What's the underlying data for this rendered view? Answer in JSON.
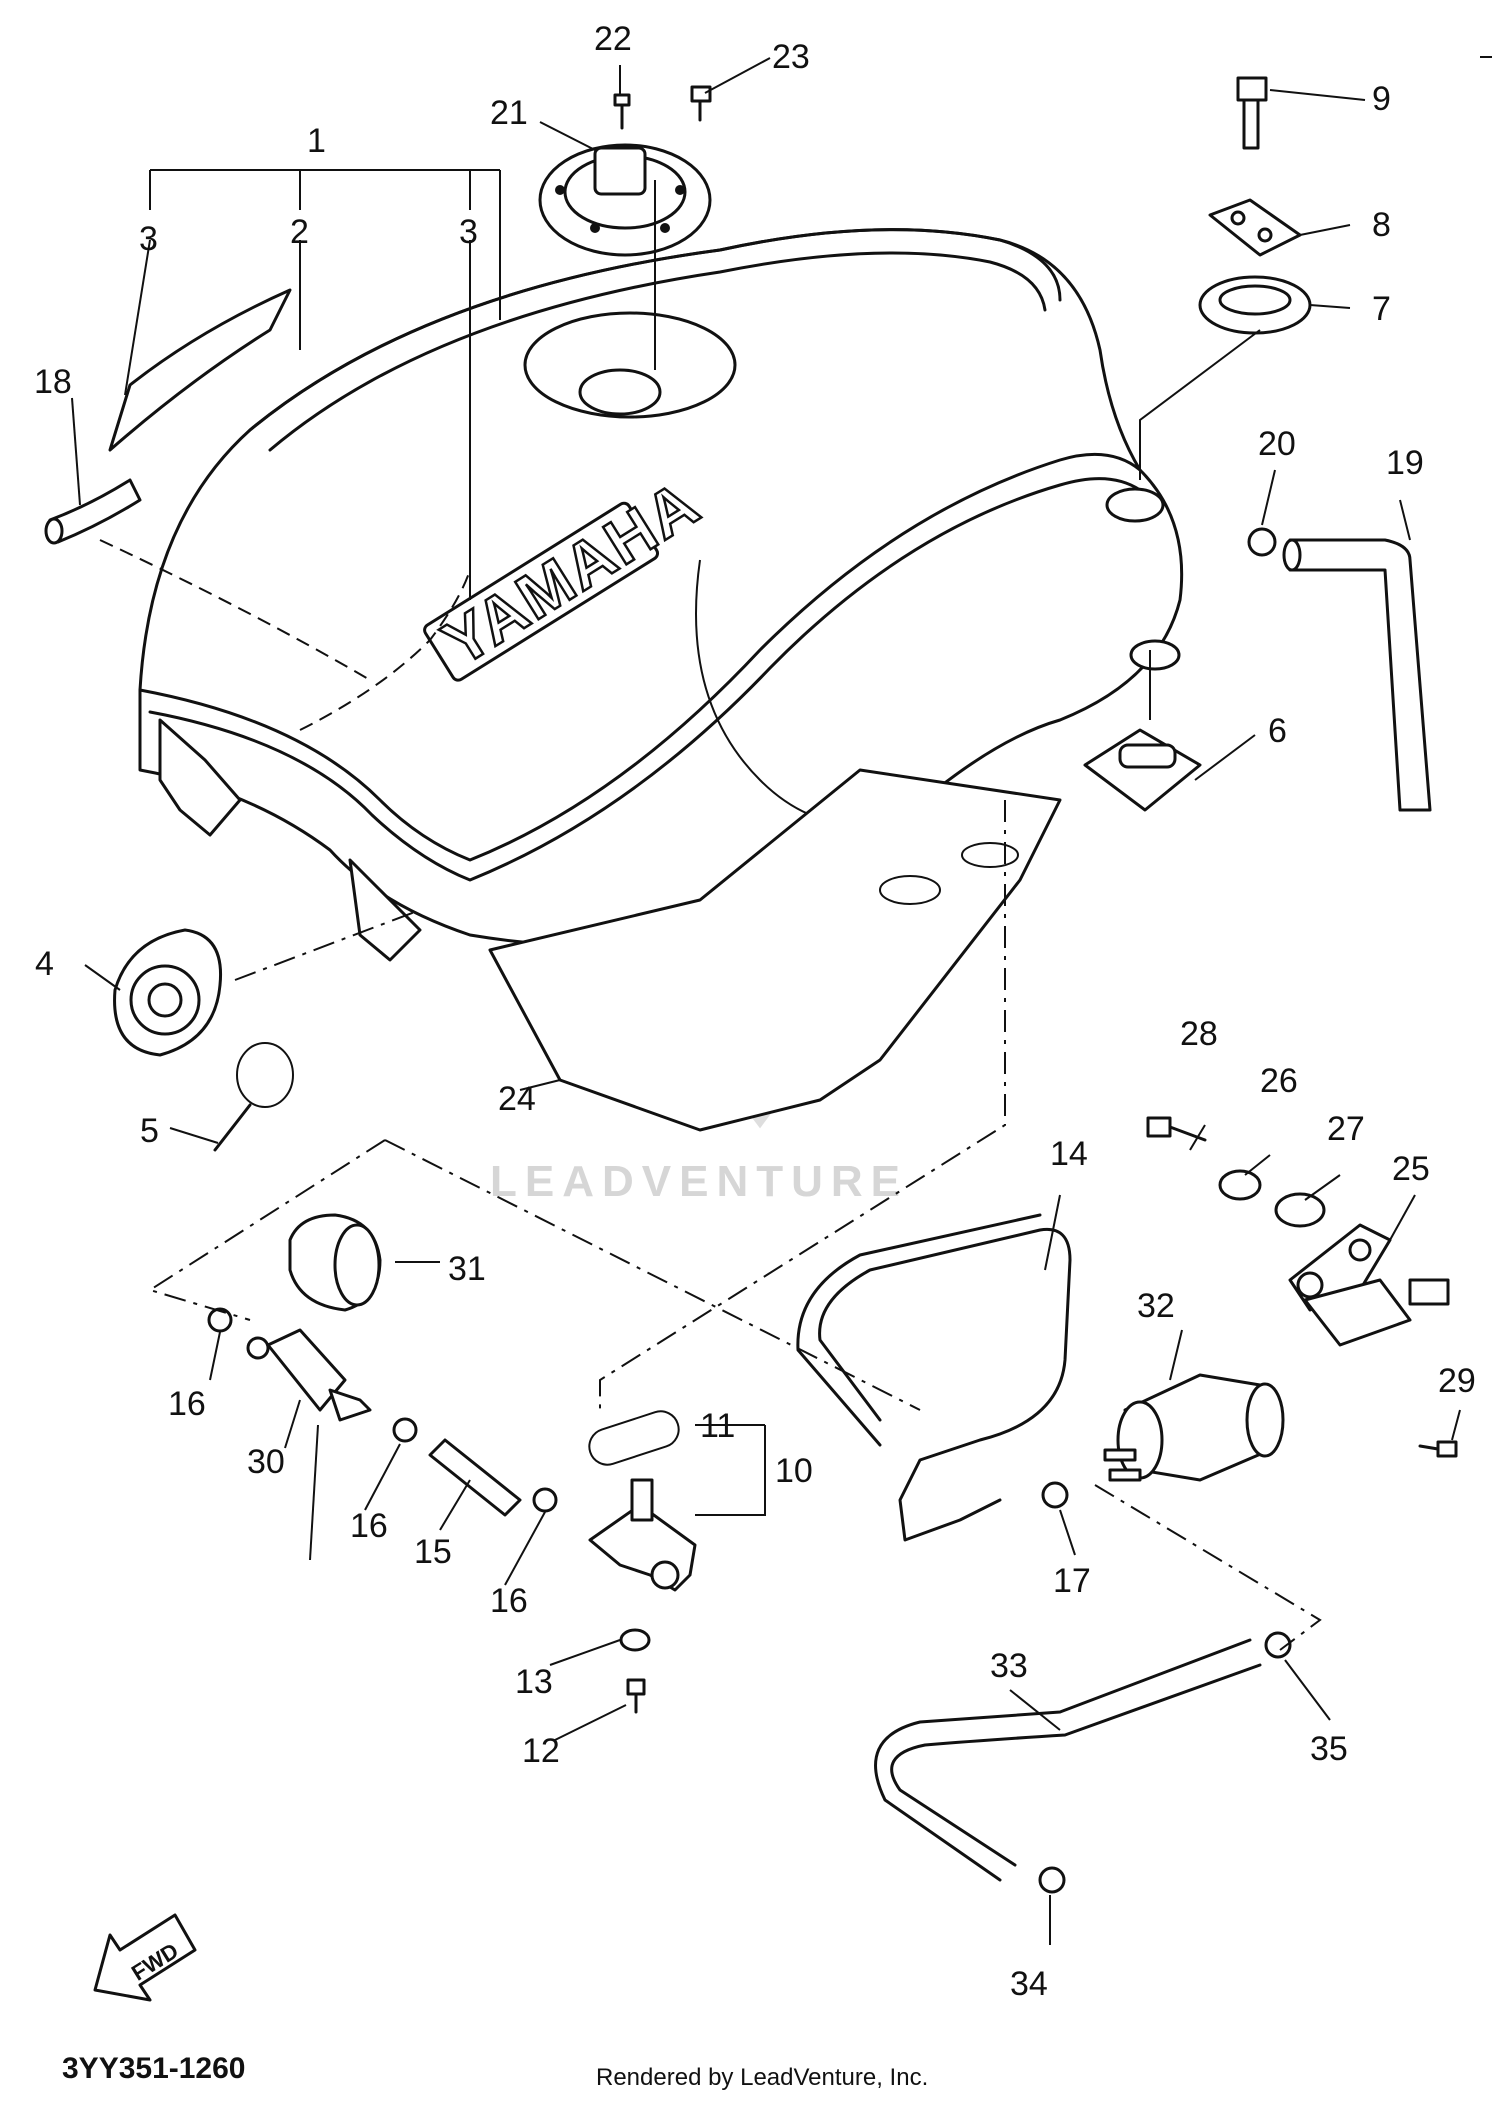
{
  "diagram": {
    "tank_logo": "YAMAHA",
    "fwd_label": "FWD",
    "watermark": "LEADVENTURE",
    "part_code": "3YY351-1260",
    "credit": "Rendered by LeadVenture, Inc.",
    "callouts": {
      "c1": "1",
      "c2": "2",
      "c3a": "3",
      "c3b": "3",
      "c4": "4",
      "c5": "5",
      "c6": "6",
      "c7": "7",
      "c8": "8",
      "c9": "9",
      "c10": "10",
      "c11": "11",
      "c12": "12",
      "c13": "13",
      "c14": "14",
      "c15": "15",
      "c16a": "16",
      "c16b": "16",
      "c16c": "16",
      "c17": "17",
      "c18": "18",
      "c19": "19",
      "c20": "20",
      "c21": "21",
      "c22": "22",
      "c23": "23",
      "c24": "24",
      "c25": "25",
      "c26": "26",
      "c27": "27",
      "c28": "28",
      "c29": "29",
      "c30": "30",
      "c31": "31",
      "c32": "32",
      "c33": "33",
      "c34": "34",
      "c35": "35"
    }
  }
}
